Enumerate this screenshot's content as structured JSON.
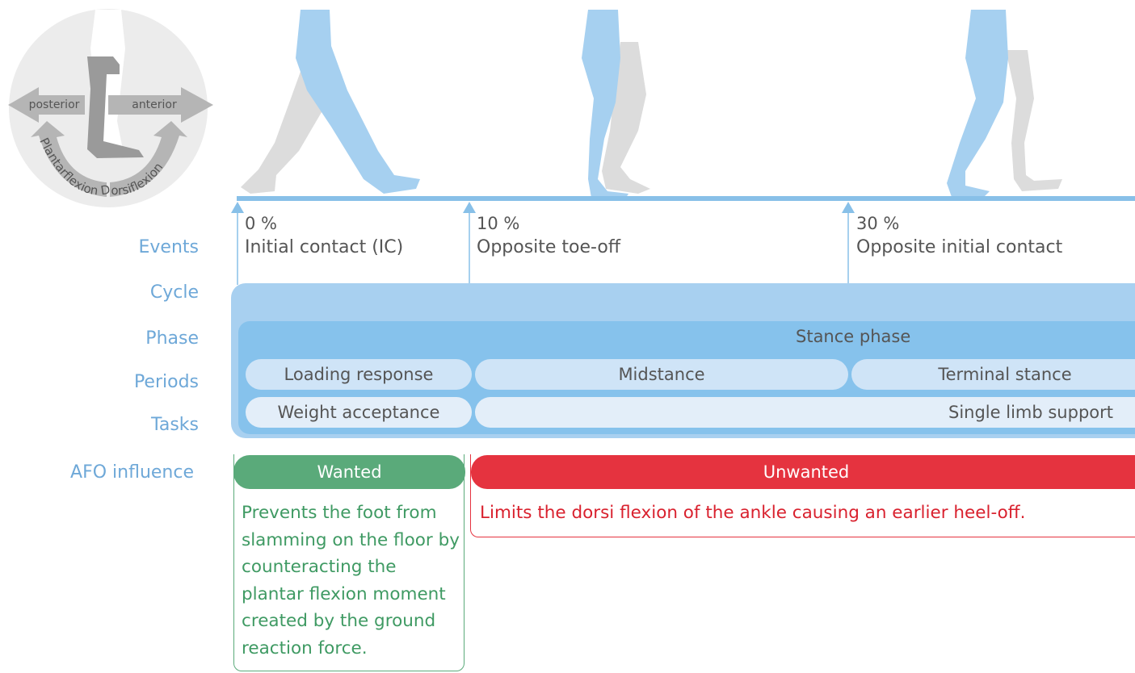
{
  "legend": {
    "posterior": "posterior",
    "anterior": "anterior",
    "plantarflexion": "Plantarflexion",
    "dorsiflexion": "Dorsiflexion"
  },
  "row_labels": {
    "events": "Events",
    "cycle": "Cycle",
    "phase": "Phase",
    "periods": "Periods",
    "tasks": "Tasks",
    "afo": "AFO influence"
  },
  "events": [
    {
      "pct": "0 %",
      "name": "Initial contact (IC)"
    },
    {
      "pct": "10 %",
      "name": "Opposite toe-off"
    },
    {
      "pct": "30 %",
      "name": "Opposite initial contact"
    }
  ],
  "phase": {
    "label": "Stance phase"
  },
  "periods": [
    {
      "label": "Loading response"
    },
    {
      "label": "Midstance"
    },
    {
      "label": "Terminal stance"
    }
  ],
  "tasks": [
    {
      "label": "Weight acceptance"
    },
    {
      "label": "Single limb support"
    }
  ],
  "afo": {
    "wanted": {
      "title": "Wanted",
      "text": "Prevents the foot from slamming on the floor by counteracting the plantar flexion moment created by the ground reaction force."
    },
    "unwanted": {
      "title": "Unwanted",
      "text": "Limits the dorsi flexion of the ankle causing an earlier heel-off."
    }
  },
  "colors": {
    "label_blue": "#6ea8d8",
    "leg_blue": "#a6d0f0",
    "leg_grey": "#dcdcdc",
    "wanted_green": "#5aaa7a",
    "unwanted_red": "#e5333f"
  }
}
